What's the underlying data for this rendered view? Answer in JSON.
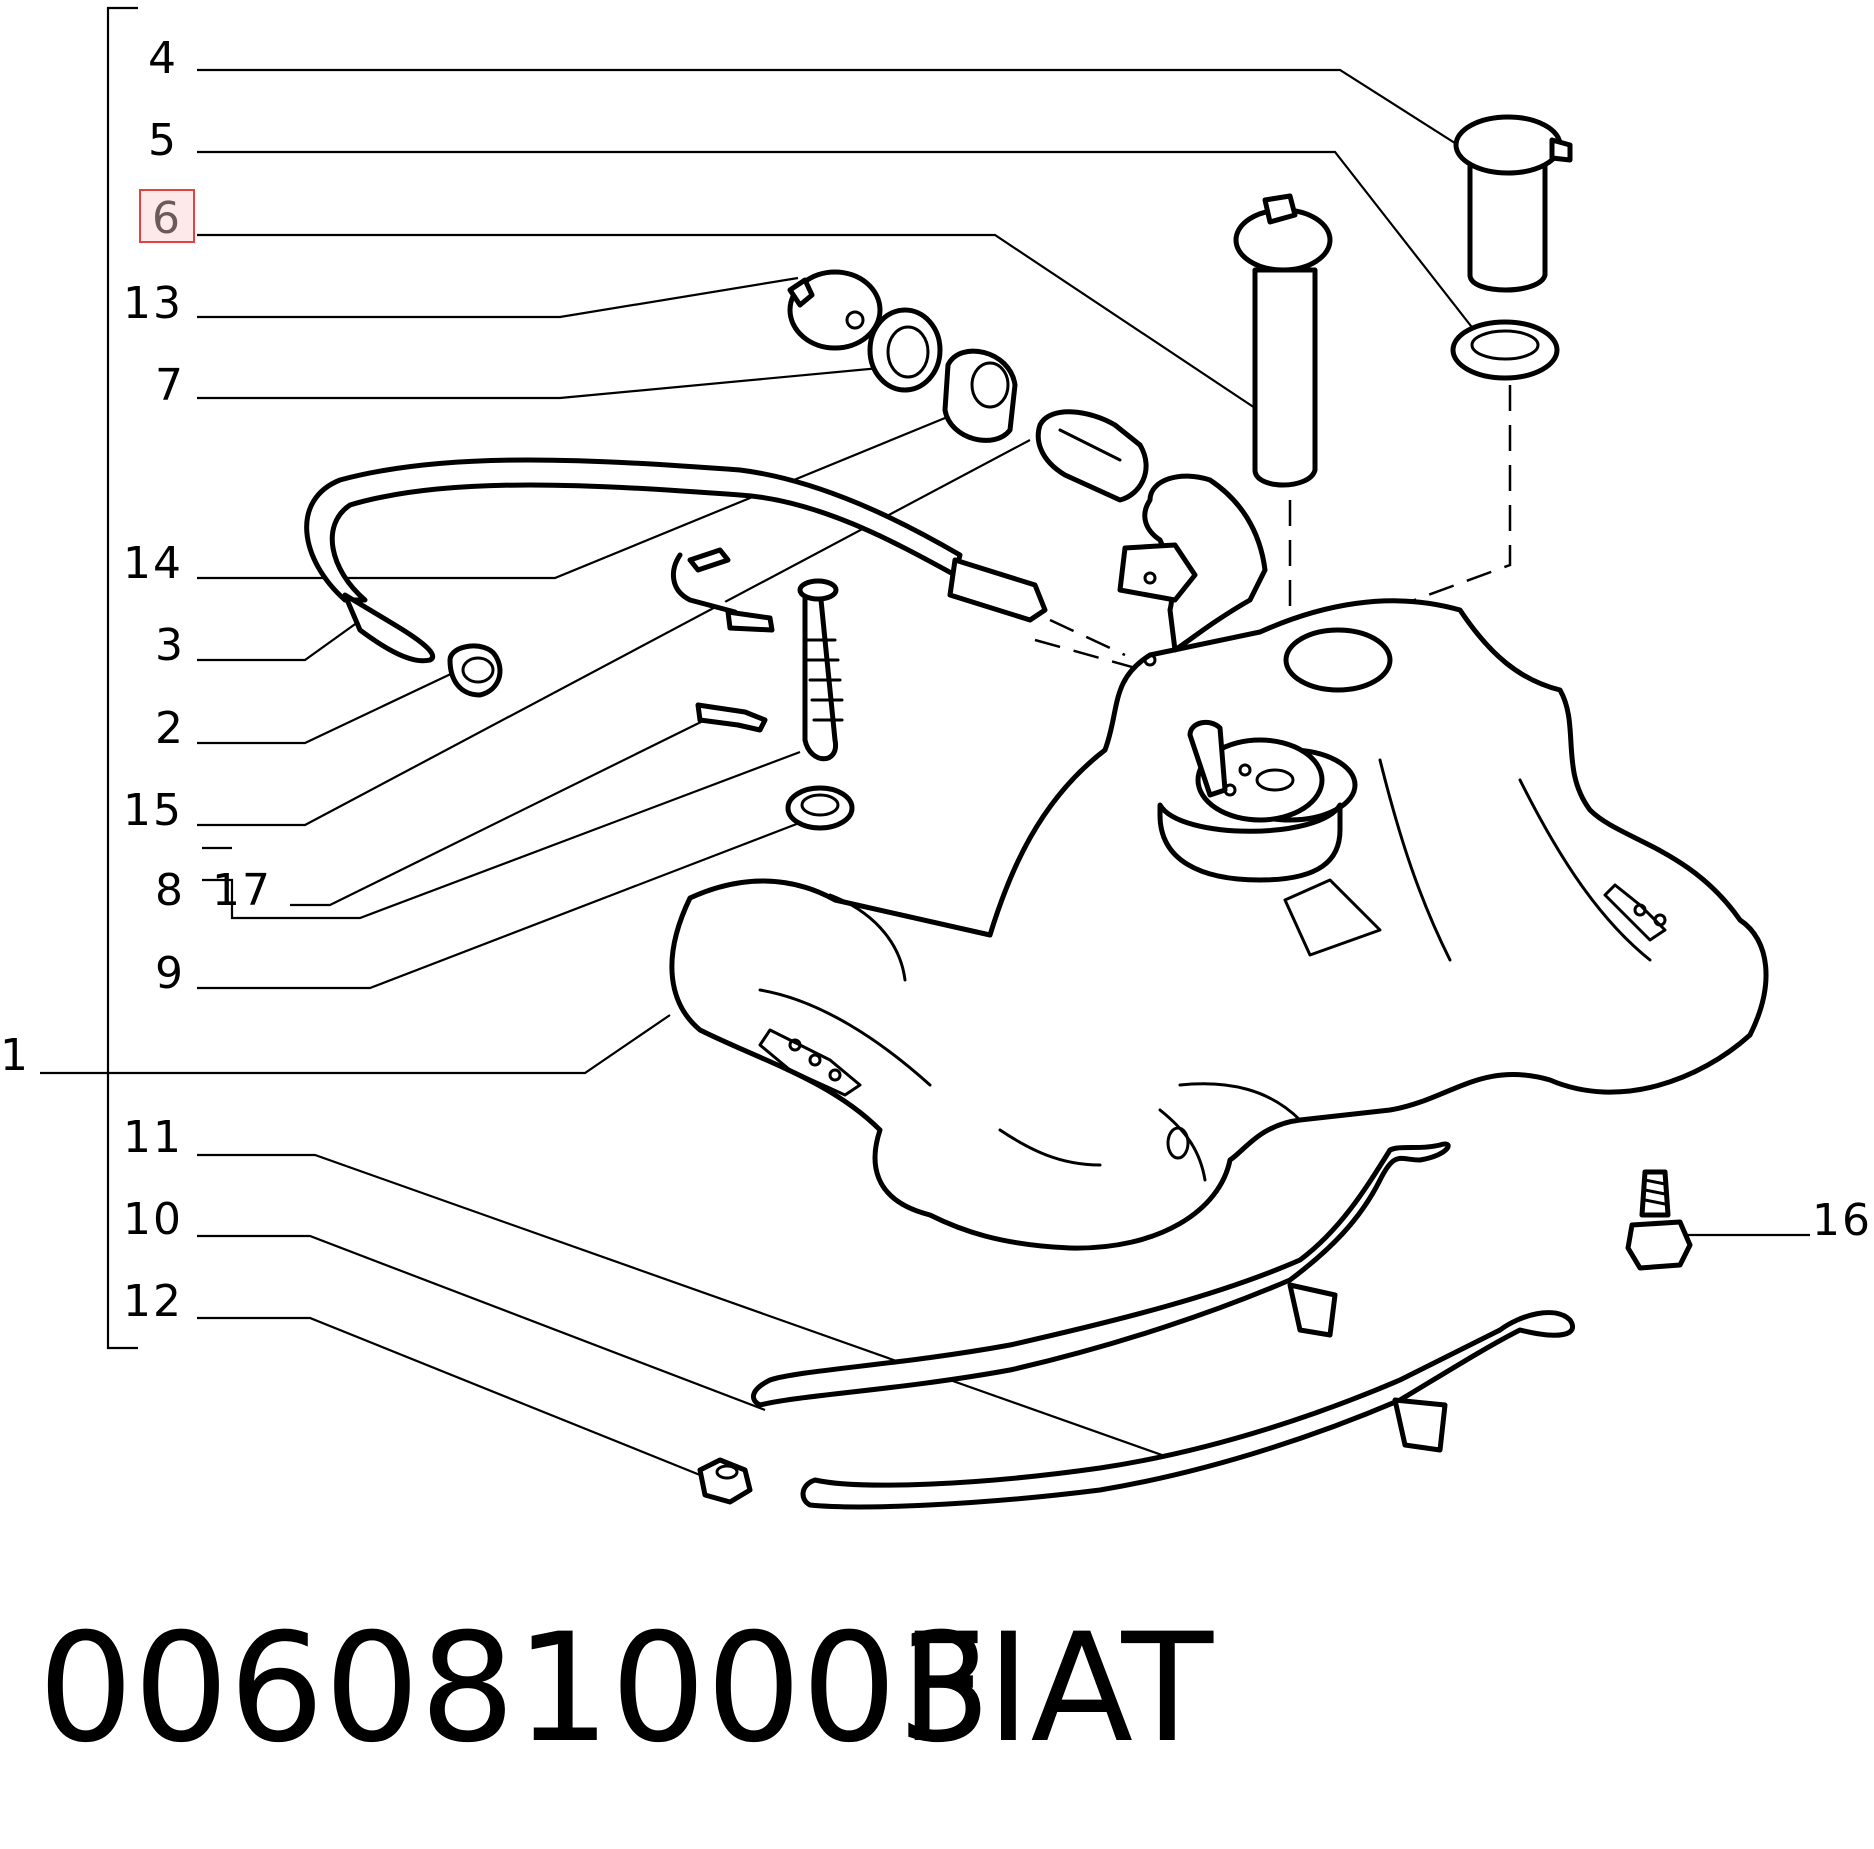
{
  "diagram": {
    "callouts": [
      {
        "id": "4",
        "label": "4"
      },
      {
        "id": "5",
        "label": "5"
      },
      {
        "id": "6",
        "label": "6",
        "highlighted": true
      },
      {
        "id": "13",
        "label": "13"
      },
      {
        "id": "7",
        "label": "7"
      },
      {
        "id": "14",
        "label": "14"
      },
      {
        "id": "3",
        "label": "3"
      },
      {
        "id": "2",
        "label": "2"
      },
      {
        "id": "15",
        "label": "15"
      },
      {
        "id": "8",
        "label": "8"
      },
      {
        "id": "17",
        "label": "17"
      },
      {
        "id": "9",
        "label": "9"
      },
      {
        "id": "1",
        "label": "1"
      },
      {
        "id": "11",
        "label": "11"
      },
      {
        "id": "10",
        "label": "10"
      },
      {
        "id": "12",
        "label": "12"
      },
      {
        "id": "16",
        "label": "16"
      }
    ],
    "highlight_color": "#e0443e",
    "line_color": "#000000"
  },
  "footer": {
    "part_number": "0060810003",
    "brand": "FIAT"
  }
}
